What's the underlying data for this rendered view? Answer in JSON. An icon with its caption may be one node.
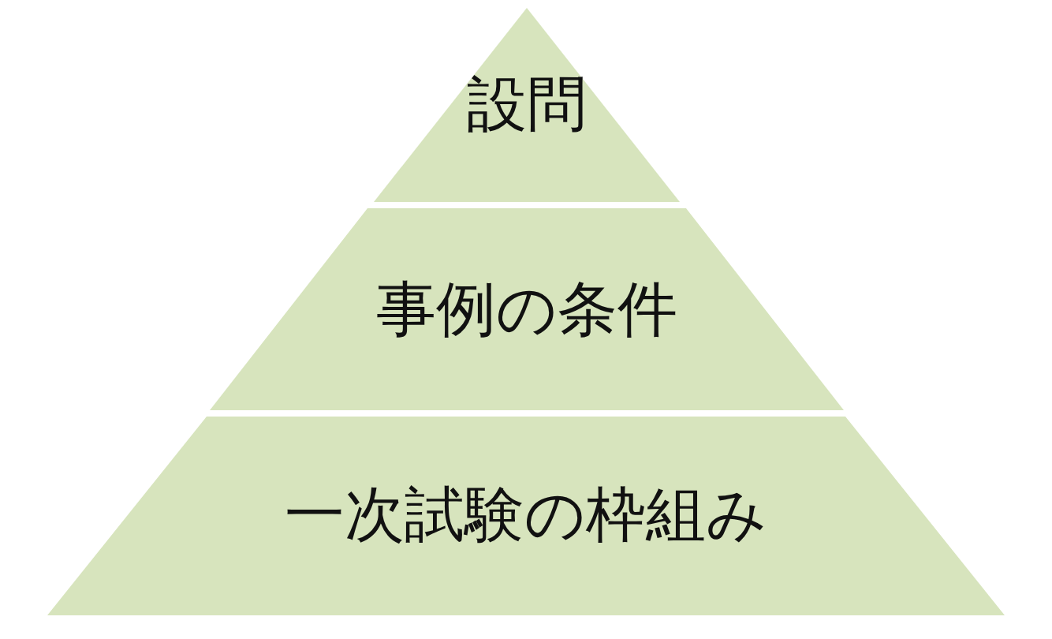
{
  "diagram": {
    "nodes": [
      {
        "text": [
          "設問"
        ]
      },
      {
        "text": [
          "事例の条件"
        ]
      },
      {
        "text": [
          "一次試験の枠組み"
        ]
      }
    ]
  }
}
